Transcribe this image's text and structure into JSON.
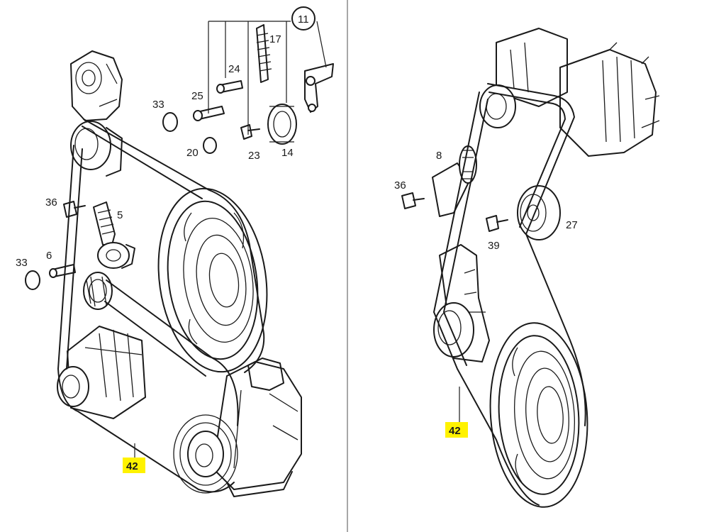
{
  "left": {
    "labels": {
      "p11": "11",
      "p17": "17",
      "p24": "24",
      "p25": "25",
      "p33a": "33",
      "p20": "20",
      "p23": "23",
      "p14": "14",
      "p36": "36",
      "p5": "5",
      "p33b": "33",
      "p6": "6",
      "p42": "42"
    }
  },
  "right": {
    "labels": {
      "p8": "8",
      "p36": "36",
      "p27": "27",
      "p39": "39",
      "p42": "42"
    }
  },
  "colors": {
    "highlight": "#fff200",
    "line": "#1a1a1a",
    "divider": "#8a8a8a"
  }
}
